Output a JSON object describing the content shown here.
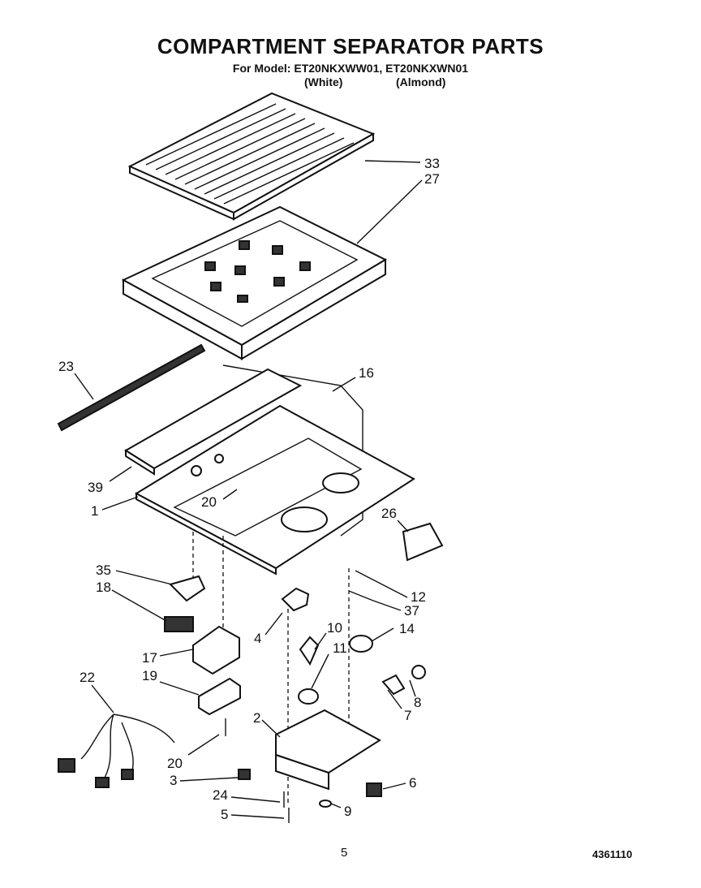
{
  "header": {
    "title": "COMPARTMENT SEPARATOR PARTS",
    "subtitle": "For Model: ET20NKXWW01, ET20NKXWN01",
    "variant_white": "(White)",
    "variant_almond": "(Almond)"
  },
  "callouts": [
    "33",
    "27",
    "23",
    "16",
    "39",
    "20",
    "1",
    "26",
    "35",
    "18",
    "12",
    "37",
    "4",
    "10",
    "14",
    "11",
    "17",
    "19",
    "22",
    "8",
    "7",
    "2",
    "20",
    "3",
    "6",
    "24",
    "9",
    "5"
  ],
  "footer": {
    "page_number": "5",
    "document_number": "4361110"
  }
}
